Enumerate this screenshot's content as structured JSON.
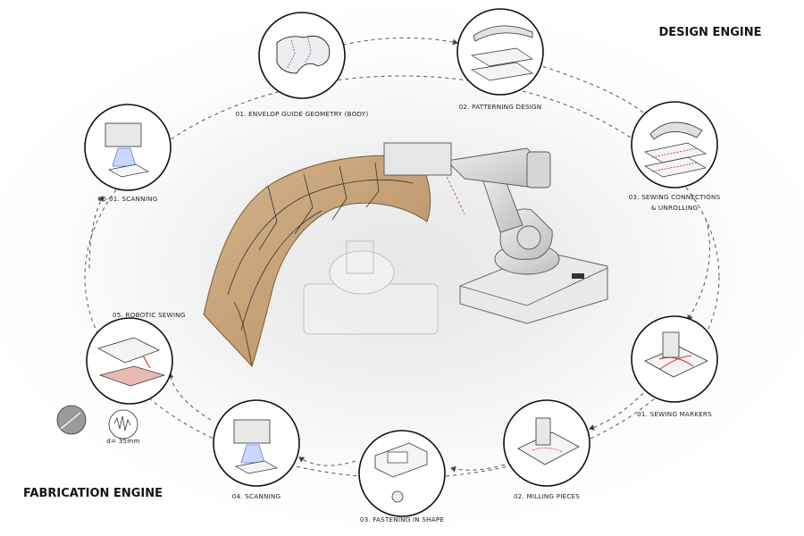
{
  "headings": {
    "design_engine": "DESIGN ENGINE",
    "fabrication_engine": "FABRICATION ENGINE"
  },
  "steps": {
    "envelop": "01. ENVELOP GUIDE GEOMETRY (BODY)",
    "patterning": "02. PATTERNING DESIGN",
    "sewing_connections_line1": "03. SEWING CONNECTIONS",
    "sewing_connections_line2": "& UNROLLING",
    "sewing_markers": "01. SEWING MARKERS",
    "milling": "02. MILLING PIECES",
    "fastening": "03. FASTENING IN SHAPE",
    "scanning": "04. SCANNING",
    "robotic_sewing": "05. ROBOTIC SEWING",
    "scanning_06": "06-01. SCANNING"
  },
  "inset": {
    "distance_label": "d= 35mm"
  },
  "colors": {
    "surface": "#c9a77f",
    "surface_edge": "#8a6a45",
    "robot": "#d9d9d9",
    "marker_red": "#d8332e",
    "scan_blue": "#5f7fe0"
  }
}
